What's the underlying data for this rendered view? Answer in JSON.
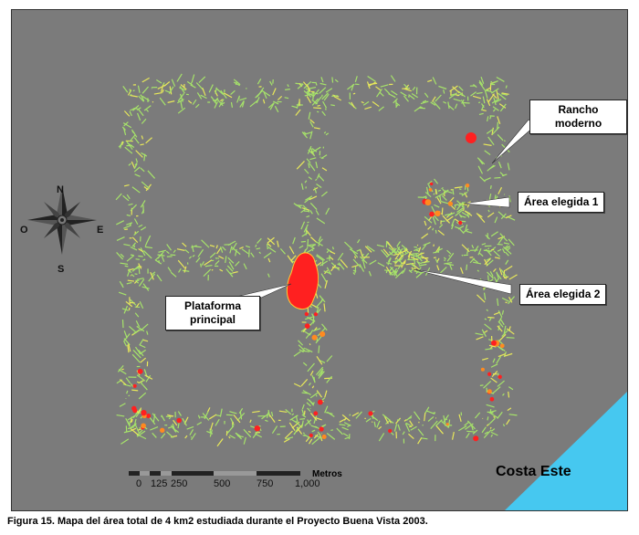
{
  "map": {
    "background_color": "#7b7b7b",
    "water_color": "#46c8f0",
    "path_green": "#a6e36a",
    "path_yellow": "#e8e85a",
    "feature_red": "#ff2020",
    "feature_orange": "#ff8a20"
  },
  "callouts": {
    "rancho": "Rancho moderno",
    "area1": "Área elegida 1",
    "area2": "Área elegida 2",
    "plataforma_line1": "Plataforma",
    "plataforma_line2": "principal"
  },
  "compass": {
    "north": "N",
    "south": "S",
    "east": "E",
    "west": "O"
  },
  "scale_bar": {
    "unit": "Metros",
    "ticks": [
      "0",
      "125",
      "250",
      "500",
      "750",
      "1,000"
    ]
  },
  "coast_label": "Costa Este",
  "caption": "Figura 15.  Mapa del área total de 4 km2 estudiada durante el Proyecto Buena Vista 2003."
}
